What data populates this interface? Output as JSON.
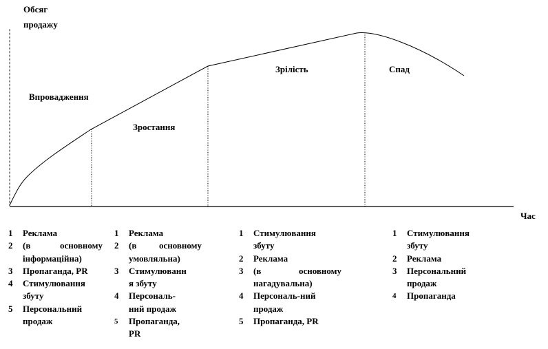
{
  "y_axis_label": [
    "Обсяг",
    "продажу"
  ],
  "x_axis_label": "Час",
  "stages": {
    "introduction": "Впровадження",
    "growth": "Зростання",
    "maturity": "Зрілість",
    "decline": "Спад"
  },
  "columns": [
    {
      "items": [
        {
          "n": "1",
          "lines": [
            "Реклама"
          ]
        },
        {
          "n": "2",
          "lines": [
            "(в основному",
            "інформаційна)"
          ]
        },
        {
          "n": "3",
          "lines": [
            "Пропаганда, PR"
          ]
        },
        {
          "n": "4",
          "lines": [
            "Стимулювання",
            "збуту"
          ]
        },
        {
          "n": "5",
          "lines": [
            "Персональний",
            "продаж"
          ]
        }
      ]
    },
    {
      "items": [
        {
          "n": "1",
          "lines": [
            "Реклама"
          ]
        },
        {
          "n": "2",
          "lines": [
            "(в основному",
            "умовляльна)"
          ]
        },
        {
          "n": "3",
          "lines": [
            "Стимулюванн",
            "я збуту"
          ]
        },
        {
          "n": "4",
          "lines": [
            "Персональ-",
            "ний продаж"
          ]
        },
        {
          "n": "5",
          "lines": [
            "Пропаганда,",
            "PR"
          ]
        }
      ]
    },
    {
      "items": [
        {
          "n": "1",
          "lines": [
            "Стимулювання",
            "збуту"
          ]
        },
        {
          "n": "2",
          "lines": [
            "Реклама"
          ]
        },
        {
          "n": "3",
          "lines": [
            "(в основному",
            "нагадувальна)"
          ]
        },
        {
          "n": "4",
          "lines": [
            "Персональ-ний",
            "продаж"
          ]
        },
        {
          "n": "5",
          "lines": [
            "Пропаганда, PR"
          ]
        }
      ]
    },
    {
      "items": [
        {
          "n": "1",
          "lines": [
            "Стимулювання",
            "збуту"
          ]
        },
        {
          "n": "2",
          "lines": [
            "Реклама"
          ]
        },
        {
          "n": "3",
          "lines": [
            "Персональний",
            "продаж"
          ]
        },
        {
          "n": "4",
          "lines": [
            "Пропаганда"
          ]
        }
      ]
    }
  ]
}
